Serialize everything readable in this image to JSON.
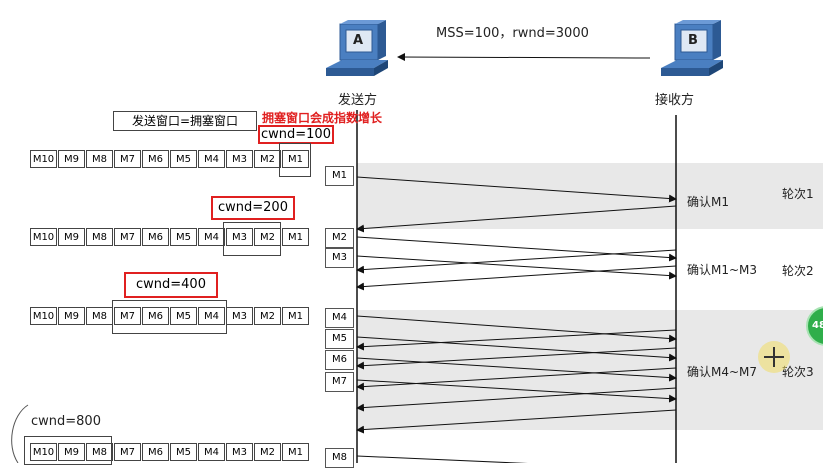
{
  "header": {
    "mss_rwnd": "MSS=100，rwnd=3000"
  },
  "hosts": {
    "sender": {
      "letter": "A",
      "label": "发送方"
    },
    "receiver": {
      "letter": "B",
      "label": "接收方"
    }
  },
  "window_label": "发送窗口=拥塞窗口",
  "growth_note": "拥塞窗口会成指数增长",
  "sequence": [
    "M10",
    "M9",
    "M8",
    "M7",
    "M6",
    "M5",
    "M4",
    "M3",
    "M2",
    "M1"
  ],
  "cwnd": [
    "cwnd=100",
    "cwnd=200",
    "cwnd=400",
    "cwnd=800"
  ],
  "segments": [
    "M1",
    "M2",
    "M3",
    "M4",
    "M5",
    "M6",
    "M7",
    "M8"
  ],
  "acks": [
    "确认M1",
    "确认M1~M3",
    "确认M4~M7"
  ],
  "rounds": [
    "轮次1",
    "轮次2",
    "轮次3"
  ],
  "badge": "48",
  "colors": {
    "highlight_red": "#e02020",
    "band_gray": "#e8e8e8",
    "monitor_blue": "#4a7fc1",
    "badge_green": "#2fae4a"
  }
}
